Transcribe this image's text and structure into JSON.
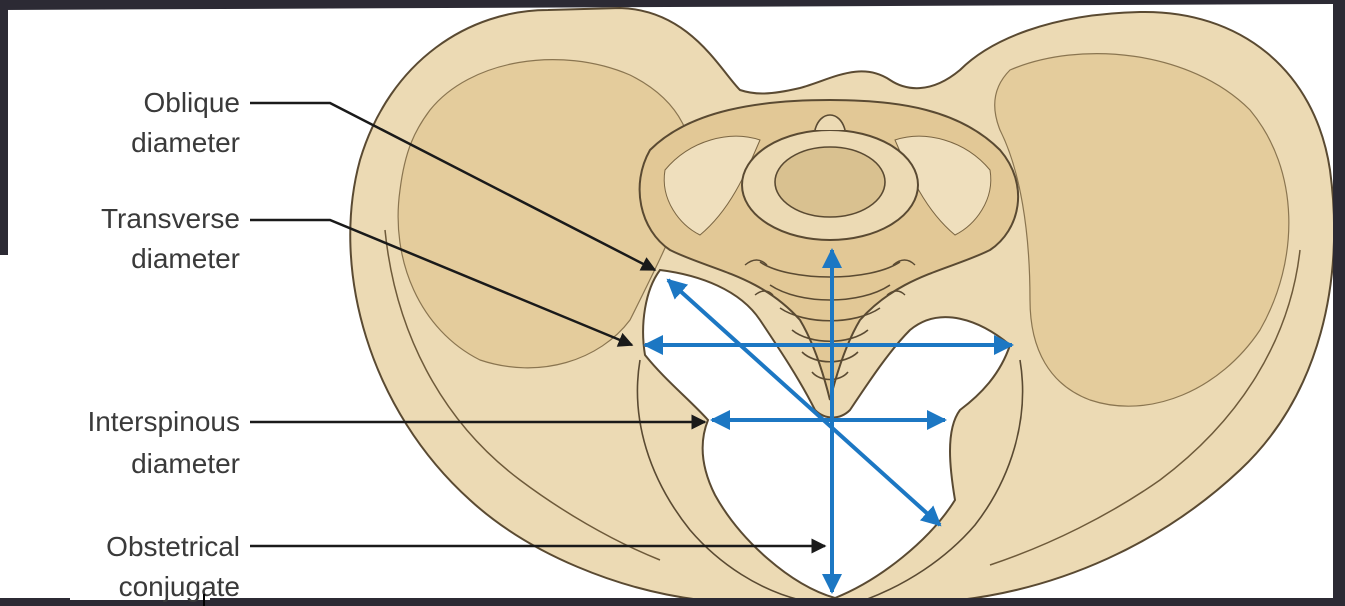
{
  "labels": [
    {
      "line1": "Oblique",
      "line2": "diameter"
    },
    {
      "line1": "Transverse",
      "line2": "diameter"
    },
    {
      "line1": "Interspinous",
      "line2": "diameter"
    },
    {
      "line1": "Obstetrical",
      "line2": "conjugate"
    }
  ],
  "colors": {
    "bone_fill": "#ecdab4",
    "bone_shade": "#d9c190",
    "bone_outline": "#5a4a32",
    "measure_line": "#1c77c3",
    "pointer_line": "#1a1a1a",
    "label_text": "#3a3a3a",
    "background": "#ffffff",
    "frame": "#2c2a34"
  }
}
